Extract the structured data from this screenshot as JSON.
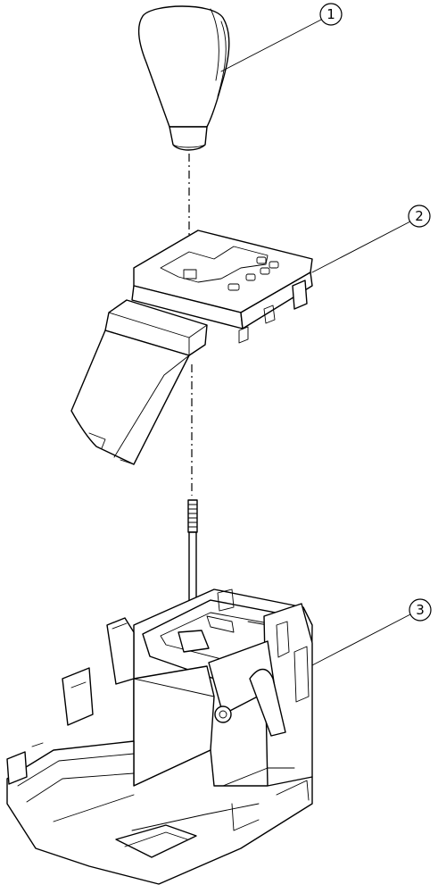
{
  "callouts": [
    {
      "number": "1",
      "part": "shift-knob"
    },
    {
      "number": "2",
      "part": "shift-indicator-panel"
    },
    {
      "number": "3",
      "part": "selector-lever-assembly"
    }
  ],
  "colors": {
    "line": "#000000",
    "background": "#ffffff"
  }
}
